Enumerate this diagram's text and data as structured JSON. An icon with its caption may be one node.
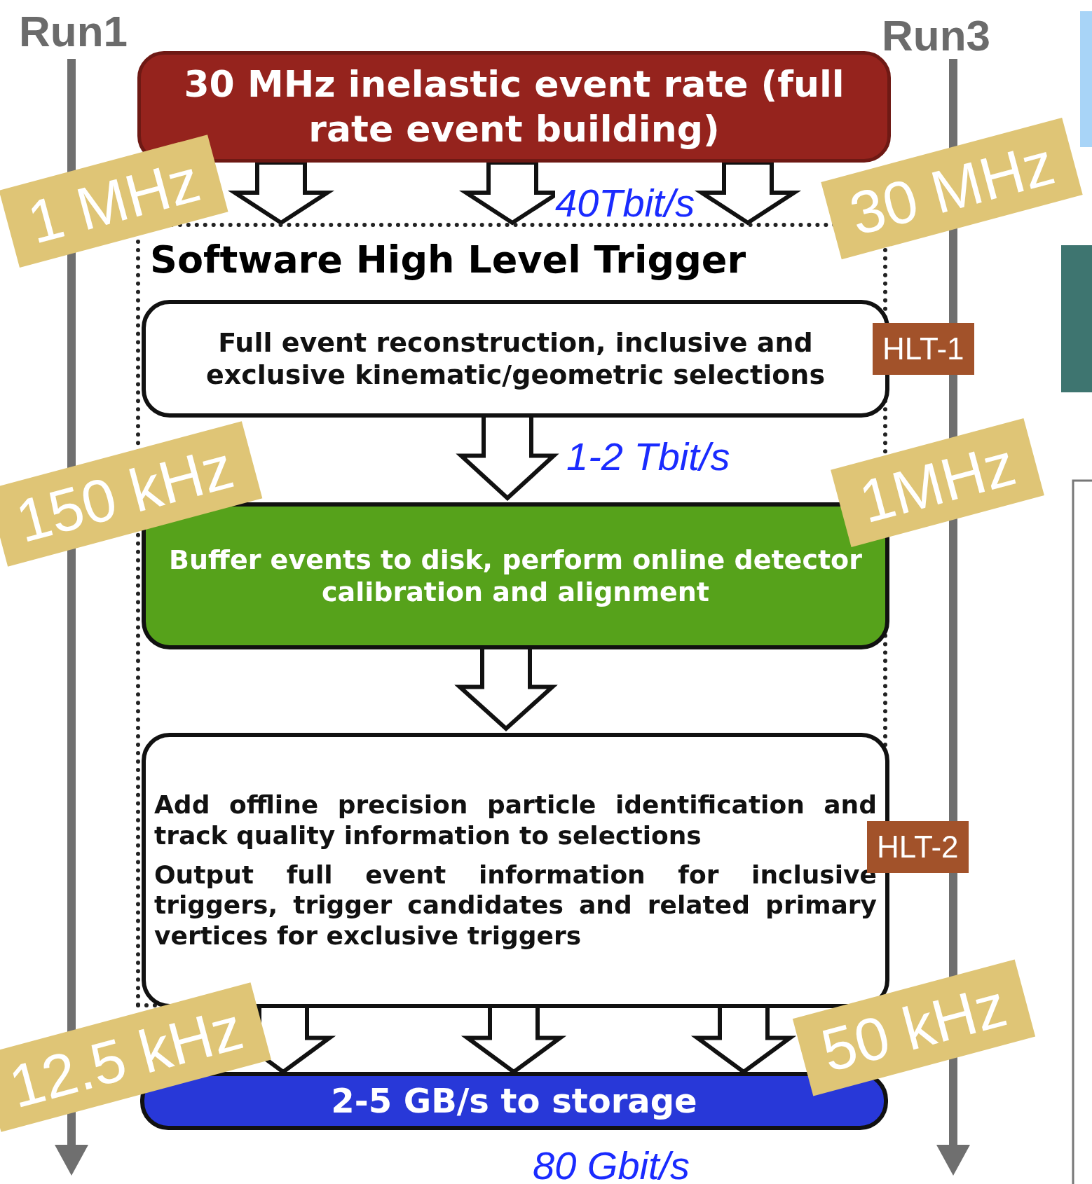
{
  "diagram": {
    "nodes": [
      {
        "text": [
          "30 MHz inelastic event rate (full rate event building)"
        ]
      },
      {
        "text": [
          "Software High Level Trigger"
        ]
      },
      {
        "text": [
          "Full event reconstruction, inclusive and exclusive kinematic/geometric selections"
        ],
        "in": 1,
        "beside": [
          "HLT-1"
        ]
      },
      {
        "text": [
          "Buffer events to disk, perform online detector calibration and alignment"
        ],
        "in": 1
      },
      {
        "text": [
          "Add offline precision particle identification and track quality information to selections",
          "Output full event information for inclusive triggers, trigger candidates and related primary vertices for exclusive triggers"
        ],
        "in": 1,
        "beside": [
          "HLT-2"
        ]
      },
      {
        "text": [
          "2-5 GB/s to storage"
        ]
      }
    ],
    "edges": [
      {
        "from": 0,
        "to": 1,
        "arrow": "to"
      },
      {
        "from": 0,
        "to": 1,
        "arrow": "to",
        "label": "40Tbit/s"
      },
      {
        "from": 0,
        "to": 1,
        "arrow": "to"
      },
      {
        "from": 2,
        "to": 3,
        "arrow": "to",
        "label": "1-2 Tbit/s"
      },
      {
        "from": 3,
        "to": 4,
        "arrow": "to"
      },
      {
        "from": 4,
        "to": 5,
        "arrow": "to"
      },
      {
        "from": 4,
        "to": 5,
        "arrow": "to"
      },
      {
        "from": 4,
        "to": 5,
        "arrow": "to"
      }
    ],
    "labels": [
      "Run1",
      "Run3",
      "1 MHz",
      "30 MHz",
      "150 kHz",
      "1MHz",
      "12.5 kHz",
      "50 kHz",
      "80 Gbit/s"
    ]
  }
}
